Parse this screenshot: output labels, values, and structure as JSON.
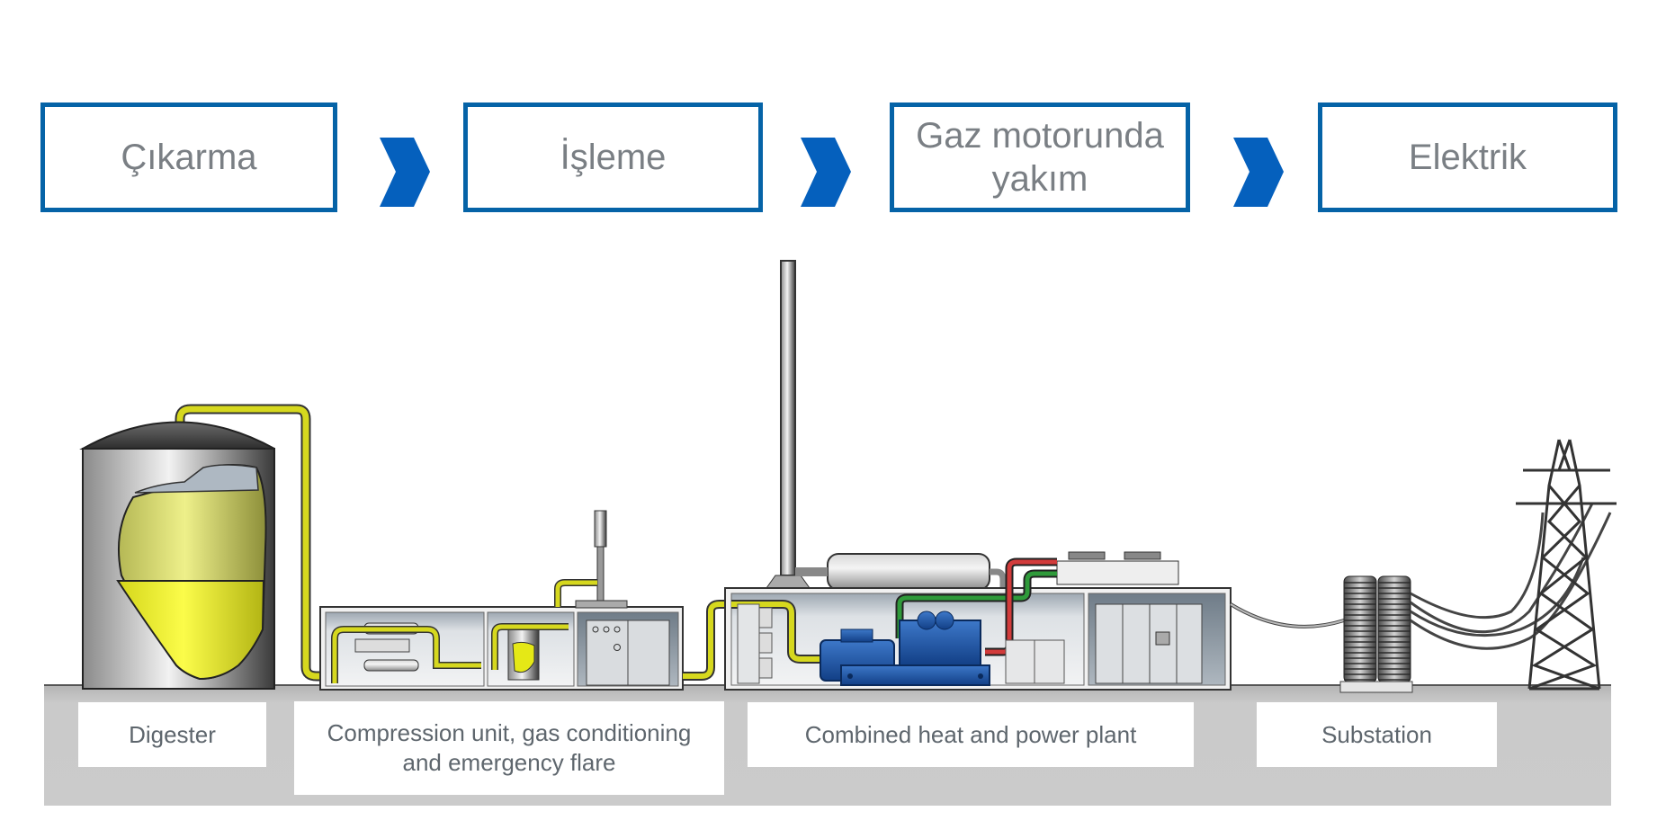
{
  "process_steps": [
    {
      "label": "Çıkarma"
    },
    {
      "label": "İşleme"
    },
    {
      "label": "Gaz motorunda yakım"
    },
    {
      "label": "Elektrik"
    }
  ],
  "arrow_icon": "chevron-right-icon",
  "components": [
    {
      "id": "digester",
      "label": "Digester"
    },
    {
      "id": "compression",
      "label": "Compression unit, gas conditioning and emergency flare"
    },
    {
      "id": "chp",
      "label": "Combined heat and power plant"
    },
    {
      "id": "substation",
      "label": "Substation"
    }
  ],
  "colors": {
    "step_border": "#0563a7",
    "chevron": "#0560bd",
    "step_text": "#7a7f84",
    "label_text": "#5e666d",
    "ground": "#c9c9c9",
    "gas_pipe": "#d6d81e",
    "hot_water_pipe": "#d23b3b",
    "cold_water_pipe": "#2f9a3a",
    "engine": "#1c55a8"
  }
}
